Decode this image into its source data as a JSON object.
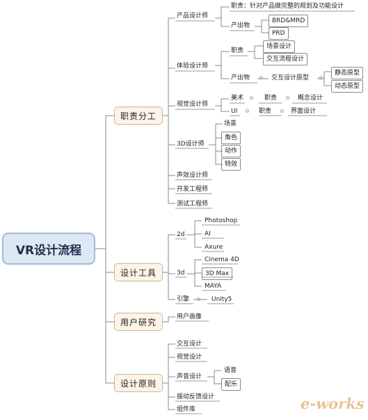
{
  "root": "VR设计流程",
  "main": {
    "duties": "职责分工",
    "tools": "设计工具",
    "research": "用户研究",
    "principles": "设计原则"
  },
  "duties": {
    "pd": {
      "label": "产品设计师",
      "duty": "职责：针对产品做完整的规划及功能设计",
      "output_label": "产出物",
      "outputs": [
        "BRD&MRD",
        "PRD"
      ]
    },
    "ux": {
      "label": "体验设计师",
      "duty_label": "职责",
      "duties": [
        "场景设计",
        "交互流程设计"
      ],
      "output_label": "产出物",
      "output": "交互设计原型",
      "protos": [
        "静态原型",
        "动态原型"
      ]
    },
    "vis": {
      "label": "视觉设计师",
      "rows": [
        {
          "a": "美术",
          "b": "职责",
          "c": "概念设计"
        },
        {
          "a": "UI",
          "b": "职责",
          "c": "界面设计"
        }
      ]
    },
    "d3": {
      "label": "3D设计师",
      "items": [
        "场景",
        "角色",
        "动作",
        "特效"
      ]
    },
    "sound": "声效设计师",
    "dev": "开发工程师",
    "qa": "测试工程师"
  },
  "tools": {
    "d2_label": "2d",
    "d2": [
      "Photoshop",
      "AI",
      "Axure"
    ],
    "d3_label": "3d",
    "d3": [
      "Cinema 4D",
      "3D Max",
      "MAYA"
    ],
    "engine_label": "引擎",
    "engine": "Unity5"
  },
  "research": {
    "item": "用户画像"
  },
  "principles": {
    "items": [
      "交互设计",
      "视觉设计",
      "声音设计",
      "振动反馈设计",
      "组件库"
    ],
    "sound": [
      "语音",
      "配乐"
    ]
  },
  "watermark": "e-works",
  "colors": {
    "root_fill": "#dde8f5",
    "main_fill": "#fdf3e6",
    "line": "#888888"
  }
}
